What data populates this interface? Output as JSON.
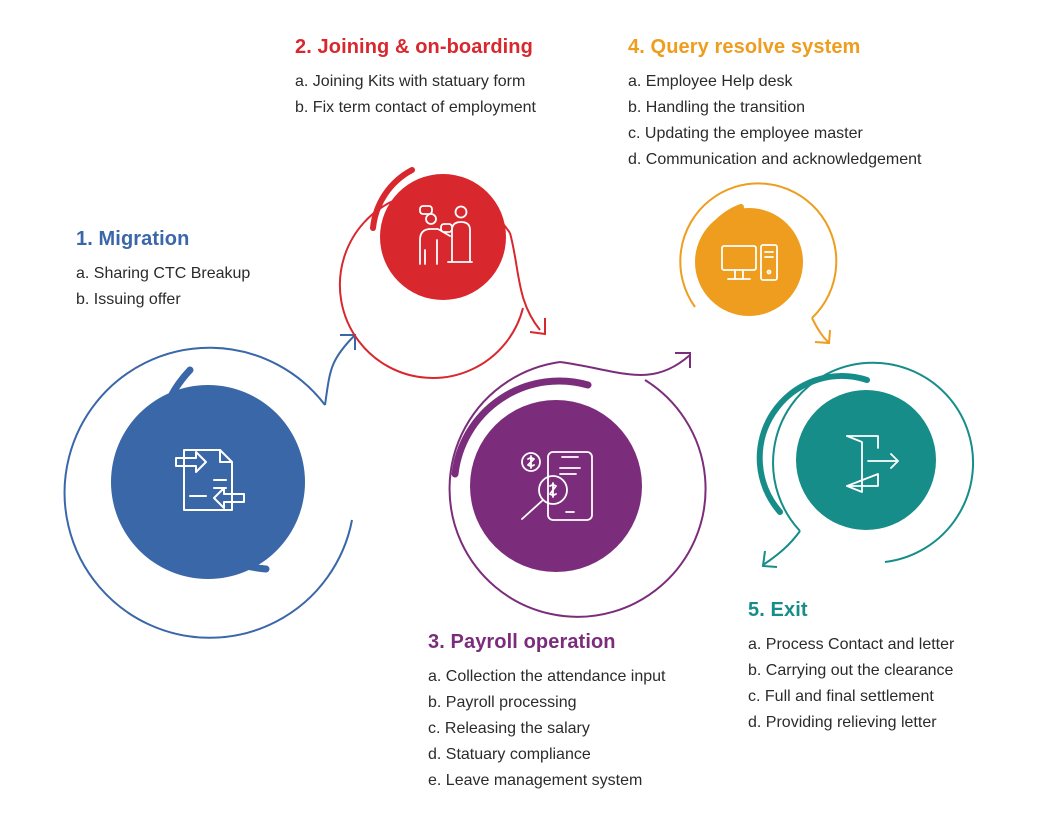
{
  "steps": [
    {
      "title": "1. Migration",
      "items": [
        "a. Sharing CTC Breakup",
        "b. Issuing offer"
      ],
      "color": "#3a67a8",
      "icon": "document-transfer-icon"
    },
    {
      "title": "2. Joining & on-boarding",
      "items": [
        "a. Joining Kits with statuary form",
        "b. Fix term contact of employment"
      ],
      "color": "#d9272e",
      "icon": "people-chat-icon"
    },
    {
      "title": "3. Payroll operation",
      "items": [
        "a. Collection the attendance input",
        "b. Payroll processing",
        "c. Releasing the salary",
        "d. Statuary compliance",
        "e. Leave management system"
      ],
      "color": "#7b2d7c",
      "icon": "mobile-payment-search-icon"
    },
    {
      "title": "4. Query resolve system",
      "items": [
        "a. Employee Help desk",
        "b. Handling the transition",
        "c. Updating the employee master",
        "d. Communication and acknowledgement"
      ],
      "color": "#ee9d1f",
      "icon": "desktop-computer-icon"
    },
    {
      "title": "5. Exit",
      "items": [
        "a. Process Contact and letter",
        "b. Carrying out the clearance",
        "c. Full and final settlement",
        "d. Providing relieving  letter"
      ],
      "color": "#168d89",
      "icon": "exit-door-icon"
    }
  ]
}
